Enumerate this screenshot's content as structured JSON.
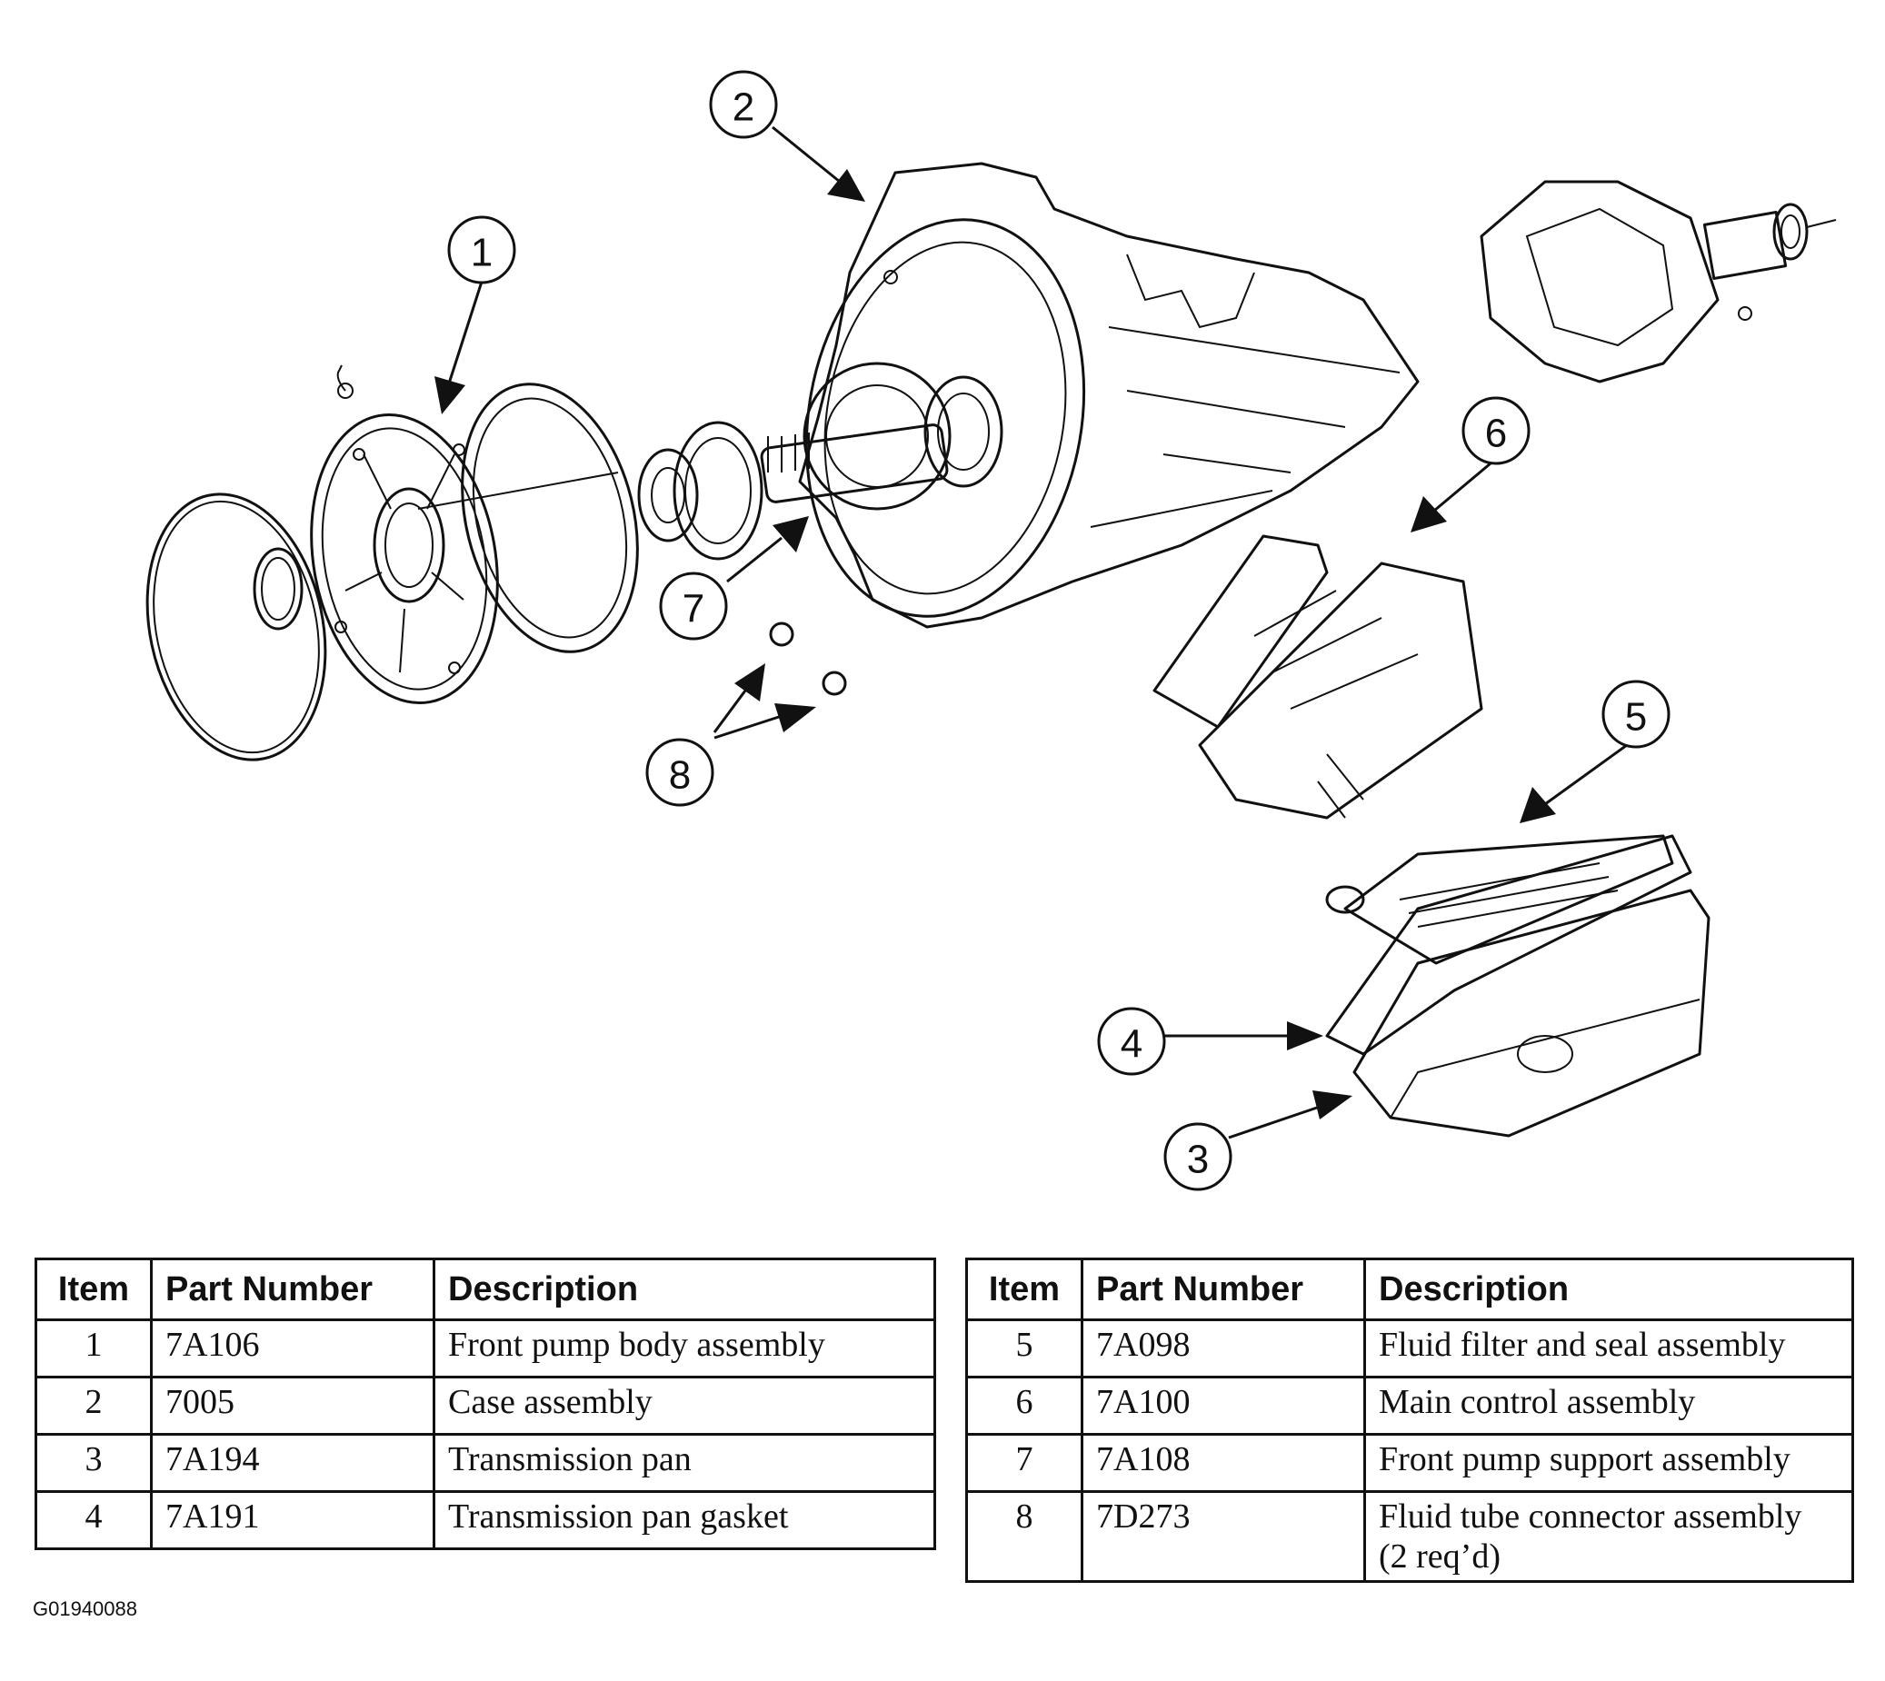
{
  "callouts": [
    "1",
    "2",
    "3",
    "4",
    "5",
    "6",
    "7",
    "8"
  ],
  "tables": {
    "left": {
      "headers": [
        "Item",
        "Part Number",
        "Description"
      ],
      "rows": [
        {
          "item": "1",
          "part": "7A106",
          "desc": "Front pump body assembly"
        },
        {
          "item": "2",
          "part": "7005",
          "desc": "Case assembly"
        },
        {
          "item": "3",
          "part": "7A194",
          "desc": "Transmission pan"
        },
        {
          "item": "4",
          "part": "7A191",
          "desc": "Transmission pan gasket"
        }
      ]
    },
    "right": {
      "headers": [
        "Item",
        "Part Number",
        "Description"
      ],
      "rows": [
        {
          "item": "5",
          "part": "7A098",
          "desc": "Fluid filter and seal assembly"
        },
        {
          "item": "6",
          "part": "7A100",
          "desc": "Main control assembly"
        },
        {
          "item": "7",
          "part": "7A108",
          "desc": "Front pump support assembly"
        },
        {
          "item": "8",
          "part": "7D273",
          "desc": "Fluid tube connector assembly",
          "desc2": "(2 req’d)"
        }
      ]
    }
  },
  "figure_id": "G01940088"
}
